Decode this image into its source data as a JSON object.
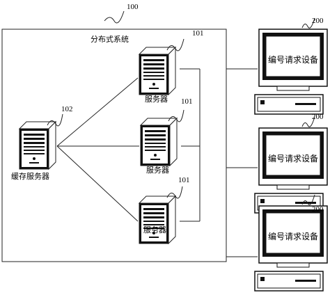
{
  "system": {
    "title": "分布式系统",
    "ref": "100"
  },
  "cache_server": {
    "label": "缓存服务器",
    "ref": "102"
  },
  "servers": [
    {
      "label": "服务器",
      "ref": "101"
    },
    {
      "label": "服务器",
      "ref": "101"
    },
    {
      "label": "服务器",
      "ref": "101"
    }
  ],
  "devices": [
    {
      "label": "编号请求设备",
      "ref": "200"
    },
    {
      "label": "编号请求设备",
      "ref": "200"
    },
    {
      "label": "编号请求设备",
      "ref": "200"
    }
  ]
}
